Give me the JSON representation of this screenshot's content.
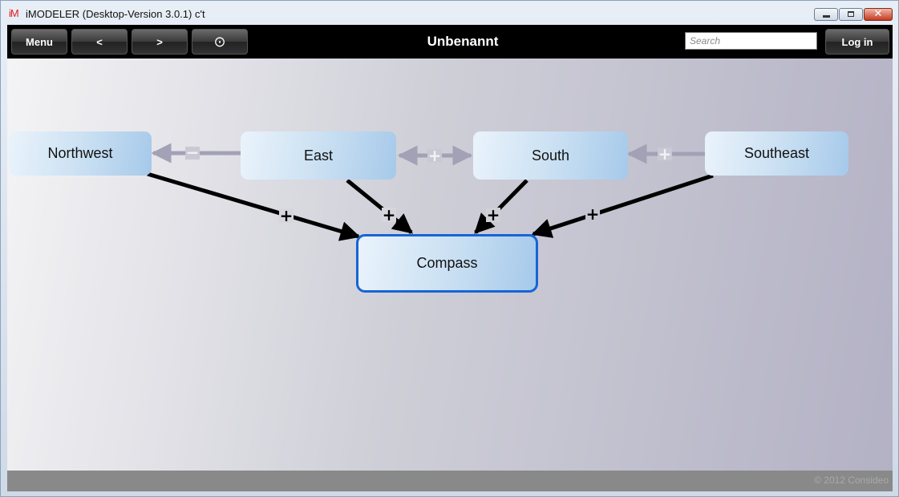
{
  "window": {
    "app_icon_text": "iM",
    "title": "iMODELER (Desktop-Version 3.0.1) c't",
    "close_glyph": "✕"
  },
  "toolbar": {
    "menu_label": "Menu",
    "back_label": "<",
    "forward_label": ">",
    "target_label": "⊙",
    "model_title": "Unbenannt",
    "search_placeholder": "Search",
    "search_value": "",
    "login_label": "Log in"
  },
  "model": {
    "nodes": {
      "northwest": "Northwest",
      "east": "East",
      "south": "South",
      "southeast": "Southeast",
      "compass": "Compass"
    },
    "influences": [
      {
        "from": "East",
        "to": "Northwest",
        "sign": "−",
        "faded": true
      },
      {
        "from": "East",
        "to": "South",
        "sign": "+",
        "faded": true,
        "bidirectional": true
      },
      {
        "from": "Southeast",
        "to": "South",
        "sign": "+",
        "faded": true
      },
      {
        "from": "Northwest",
        "to": "Compass",
        "sign": "+",
        "faded": false
      },
      {
        "from": "East",
        "to": "Compass",
        "sign": "+",
        "faded": false
      },
      {
        "from": "South",
        "to": "Compass",
        "sign": "+",
        "faded": false
      },
      {
        "from": "Southeast",
        "to": "Compass",
        "sign": "+",
        "faded": false
      }
    ]
  },
  "colors": {
    "focus_border": "#1664d6",
    "strong_link": "#000000",
    "faded_link": "#a3a1b6",
    "toolbar_bg": "#000000"
  },
  "footer": {
    "copyright": "© 2012 Consideo"
  }
}
